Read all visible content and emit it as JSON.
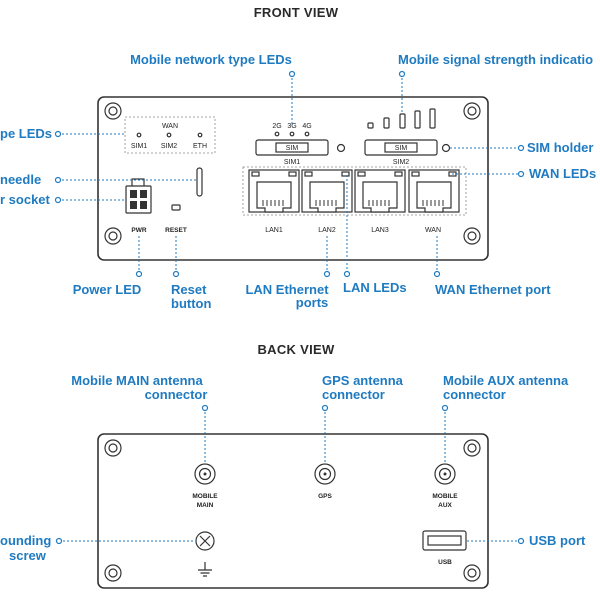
{
  "front": {
    "title": "FRONT VIEW",
    "callouts": {
      "network_type_leds": "Mobile network type LEDs",
      "signal_strength": "Mobile signal strength indicatio",
      "type_leds_left": "pe LEDs",
      "needle_left": "needle",
      "socket_left": "r socket",
      "sim_holder": "SIM holder",
      "wan_leds": "WAN LEDs",
      "power_led": "Power LED",
      "reset_line1": "Reset",
      "reset_line2": "button",
      "lan_line1": "LAN Ethernet",
      "lan_line2": "ports",
      "lan_leds": "LAN LEDs",
      "wan_port": "WAN Ethernet port"
    },
    "panel": {
      "wan_label": "WAN",
      "led_labels": [
        "SIM1",
        "SIM2",
        "ETH"
      ],
      "net_led_labels": [
        "2G",
        "3G",
        "4G"
      ],
      "sim_slot_label": "SIM",
      "sim1_label": "SIM1",
      "sim2_label": "SIM2",
      "pwr_label": "PWR",
      "reset_label": "RESET",
      "port_labels": [
        "LAN1",
        "LAN2",
        "LAN3",
        "WAN"
      ]
    }
  },
  "back": {
    "title": "BACK VIEW",
    "callouts": {
      "main_line1": "Mobile MAIN antenna",
      "main_line2": "connector",
      "gps_line1": "GPS antenna",
      "gps_line2": "connector",
      "aux_line1": "Mobile AUX antenna",
      "aux_line2": "connector",
      "ground_line1": "ounding",
      "ground_line2": "screw",
      "usb_port": "USB port"
    },
    "panel": {
      "main_label_line1": "MOBILE",
      "main_label_line2": "MAIN",
      "gps_label": "GPS",
      "aux_label_line1": "MOBILE",
      "aux_label_line2": "AUX",
      "usb_label": "USB"
    }
  },
  "colors": {
    "accent": "#1f7bc1",
    "outline": "#333333"
  }
}
